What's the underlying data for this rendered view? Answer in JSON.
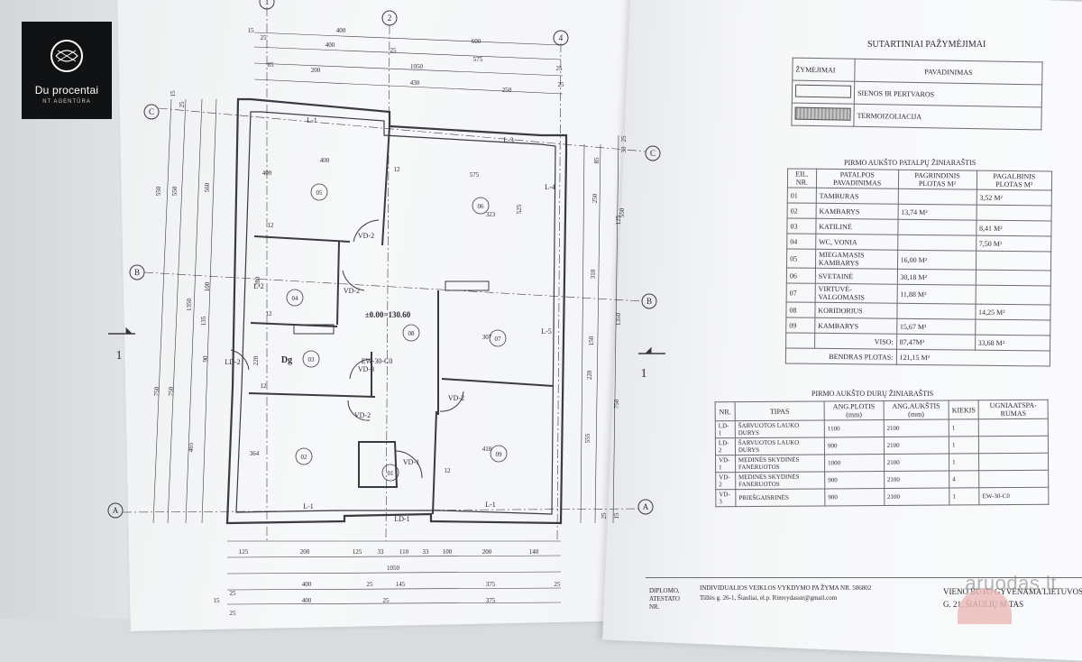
{
  "logo": {
    "brand": "Du procentai",
    "sub": "NT AGENTŪRA"
  },
  "watermark": "aruodas.lt",
  "plan": {
    "axes": [
      "1",
      "2",
      "4",
      "C",
      "B",
      "A"
    ],
    "section_marker": "1",
    "level_mark": "±0.00=130.60",
    "top_dims": {
      "row1": [
        "400",
        "600"
      ],
      "row2": [
        "400",
        "25",
        "575",
        "25"
      ],
      "row3": [
        "85",
        "200",
        "1050",
        "430",
        "250",
        "25"
      ],
      "small": [
        "15",
        "25"
      ]
    },
    "bottom_dims": {
      "row1": [
        "125",
        "200",
        "125",
        "33",
        "110",
        "33",
        "100",
        "200",
        "140"
      ],
      "row2": [
        "1050"
      ],
      "row3": [
        "400",
        "25",
        "145",
        "375",
        "25"
      ],
      "row4": [
        "400",
        "25",
        "375"
      ],
      "small": [
        "15",
        "25",
        "25"
      ]
    },
    "left_dims": [
      "550",
      "560",
      "1350",
      "135",
      "750",
      "465",
      "750",
      "90",
      "280",
      "220",
      "12",
      "12",
      "100",
      "15",
      "25"
    ],
    "right_dims": [
      "85",
      "25",
      "550",
      "250",
      "310",
      "1350",
      "150",
      "220",
      "750",
      "555",
      "25",
      "15",
      "33",
      "125",
      "525"
    ],
    "room_labels": [
      "05",
      "06",
      "04",
      "07",
      "08",
      "03",
      "02",
      "09",
      "01"
    ],
    "room_dims": [
      "400",
      "575",
      "400",
      "323",
      "307",
      "418",
      "364",
      "12",
      "12",
      "12",
      "12",
      "12"
    ],
    "door_labels": [
      "VD-2",
      "VD-2",
      "VD-3",
      "EW-30-C0",
      "VD-2",
      "VD-2",
      "VD-1",
      "LD-2",
      "LD-1"
    ],
    "window_labels": [
      "L-1",
      "L-3",
      "L-4",
      "L-2",
      "L-5",
      "L-1",
      "L-1"
    ],
    "room_marks": [
      "Dg"
    ]
  },
  "legend": {
    "title": "SUTARTINIAI PAŽYMĖJIMAI",
    "col_mark": "ŽYMĖJIMAI",
    "col_name": "PAVADINIMAS",
    "rows": [
      "SIENOS IR PERTVAROS",
      "TERMOIZOLIACIJA"
    ]
  },
  "rooms": {
    "title": "PIRMO AUKŠTO PATALPŲ ŽINIARAŠTIS",
    "headers": [
      "EIL. NR.",
      "PATALPOS PAVADINIMAS",
      "PAGRINDINIS PLOTAS M²",
      "PAGALBINIS PLOTAS M²"
    ],
    "rows": [
      [
        "01",
        "TAMBURAS",
        "",
        "3,52 M²"
      ],
      [
        "02",
        "KAMBARYS",
        "13,74 M²",
        ""
      ],
      [
        "03",
        "KATILINĖ",
        "",
        "8,41 M²"
      ],
      [
        "04",
        "WC, VONIA",
        "",
        "7,50 M²"
      ],
      [
        "05",
        "MIEGAMASIS KAMBARYS",
        "16,00 M²",
        ""
      ],
      [
        "06",
        "SVETAINĖ",
        "30,18 M²",
        ""
      ],
      [
        "07",
        "VIRTUVĖ-VALGOMASIS",
        "11,88 M²",
        ""
      ],
      [
        "08",
        "KORIDORIUS",
        "",
        "14,25 M²"
      ],
      [
        "09",
        "KAMBARYS",
        "15,67 M²",
        ""
      ]
    ],
    "total_label": "VISO:",
    "total_main": "87,47M²",
    "total_aux": "33,68 M²",
    "overall_label": "BENDRAS PLOTAS:",
    "overall_value": "121,15 M²"
  },
  "doors": {
    "title": "PIRMO AUKŠTO DURŲ ŽINIARAŠTIS",
    "headers": [
      "NR.",
      "TIPAS",
      "ANG.PLOTIS (mm)",
      "ANG.AUKŠTIS (mm)",
      "KIEKIS",
      "UGNIAATSPA-RUMAS"
    ],
    "rows": [
      [
        "LD-1",
        "ŠARVUOTOS LAUKO DURYS",
        "1100",
        "2100",
        "1",
        ""
      ],
      [
        "LD-2",
        "ŠARVUOTOS LAUKO DURYS",
        "900",
        "2100",
        "1",
        ""
      ],
      [
        "VD-1",
        "MEDINĖS SKYDINĖS FANERUOTOS",
        "1000",
        "2100",
        "1",
        ""
      ],
      [
        "VD-2",
        "MEDINĖS SKYDINĖS FANERUOTOS",
        "900",
        "2100",
        "4",
        ""
      ],
      [
        "VD-3",
        "PRIEŠGAISRINĖS",
        "900",
        "2100",
        "1",
        "EW-30-C0"
      ]
    ]
  },
  "footer": {
    "c1": "DIPLOMO, ATESTATO NR.",
    "c2a": "INDIVIDUALIOS VEIKLOS VYKDYMO PA ŽYMA NR. 586802",
    "c2b": "Tilžės g. 26-1, Šiauliai, el.p. Rimvydasstr@gmail.com",
    "c3a": "VIENO BUTO GYVENAMA",
    "c3b": "G. 21, ŠIAULIŲ M",
    "c3c": "LIETUVOS",
    "c3d": "TAS"
  }
}
